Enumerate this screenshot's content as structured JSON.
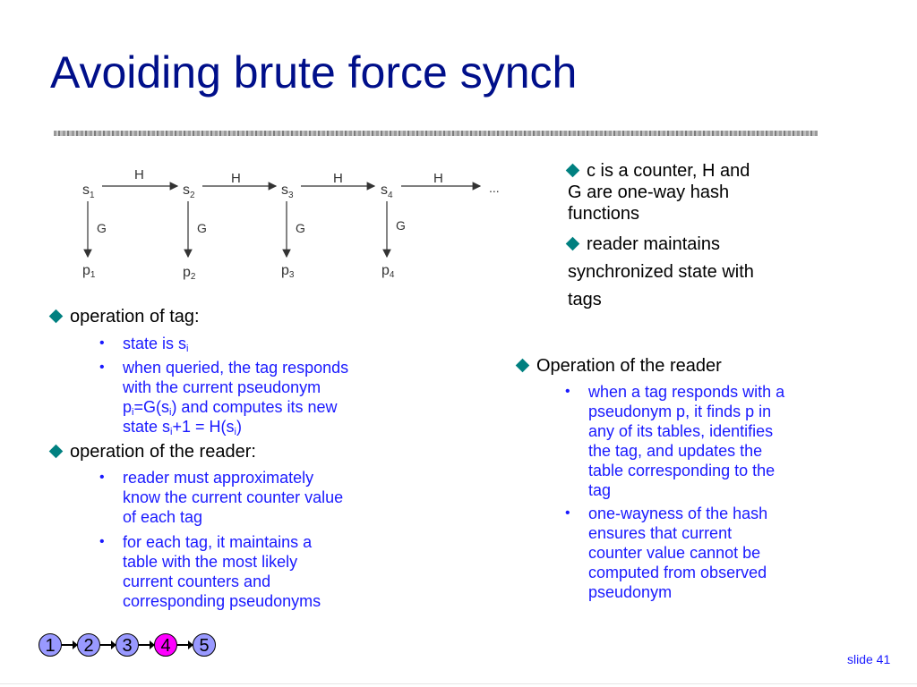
{
  "slide": {
    "title": "Avoiding brute force synch",
    "number_label": "slide 41"
  },
  "diagram": {
    "states": [
      "s",
      "s",
      "s",
      "s"
    ],
    "state_subs": [
      "1",
      "2",
      "3",
      "4"
    ],
    "pseudonyms": [
      "p",
      "p",
      "p",
      "p"
    ],
    "pseudonym_subs": [
      "1",
      "2",
      "3",
      "4"
    ],
    "h_label": "H",
    "g_label": "G",
    "ellipsis": "..."
  },
  "notes": {
    "line1": "c is a counter, H and",
    "line2": "G are one-way hash",
    "line3": "functions",
    "line4": "reader maintains",
    "line5": "synchronized state with",
    "line6": "tags"
  },
  "left": {
    "tag_heading": "operation of tag:",
    "tag_b1_pre": "state is s",
    "tag_b1_sub": "i",
    "tag_b2_l1": "when queried, the tag responds",
    "tag_b2_l2": "with the current pseudonym",
    "tag_b2_l3_a": "p",
    "tag_b2_l3_sub1": "i",
    "tag_b2_l3_b": "=G(s",
    "tag_b2_l3_sub2": "i",
    "tag_b2_l3_c": ") and computes its new",
    "tag_b2_l4_a": "state s",
    "tag_b2_l4_sub1": "i",
    "tag_b2_l4_b": "+1 = H(s",
    "tag_b2_l4_sub2": "i",
    "tag_b2_l4_c": ")",
    "reader_heading": "operation of the reader:",
    "reader_b1_l1": "reader must approximately",
    "reader_b1_l2": "know the current counter value",
    "reader_b1_l3": "of each tag",
    "reader_b2_l1": "for each tag, it maintains a",
    "reader_b2_l2": "table with the most likely",
    "reader_b2_l3": "current counters and",
    "reader_b2_l4": "corresponding pseudonyms"
  },
  "right": {
    "heading": "Operation of the reader",
    "b1_l1": "when a tag responds with a",
    "b1_l2": "pseudonym p, it finds p in",
    "b1_l3": "any of its tables, identifies",
    "b1_l4": "the tag, and updates the",
    "b1_l5": "table corresponding to the",
    "b1_l6": "tag",
    "b2_l1": "one-wayness of the hash",
    "b2_l2": "ensures that current",
    "b2_l3": "counter value cannot be",
    "b2_l4": "computed from observed",
    "b2_l5": "pseudonym"
  },
  "nav": {
    "buttons": [
      "1",
      "2",
      "3",
      "4",
      "5"
    ],
    "active_index": 3
  },
  "bullet_glyph": "•",
  "colors": {
    "title": "#000f8a",
    "sub_bullets": "#1a1aff",
    "diamond": "#008080",
    "nav_button": "#9999ff",
    "nav_active": "#ff00ff"
  }
}
